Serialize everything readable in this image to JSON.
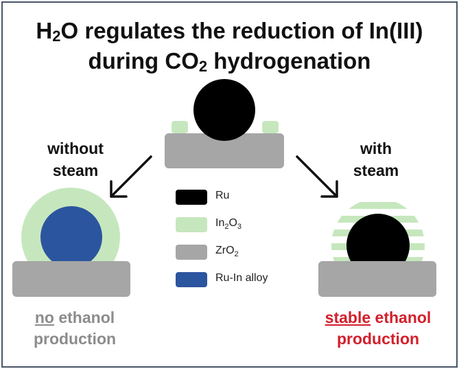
{
  "title": {
    "line1_pre": "H",
    "line1_sub": "2",
    "line1_post": "O regulates the reduction of In(III)",
    "line2_pre": "during CO",
    "line2_sub": "2",
    "line2_post": " hydrogenation"
  },
  "left_branch": {
    "line1": "without",
    "line2": "steam"
  },
  "right_branch": {
    "line1": "with",
    "line2": "steam"
  },
  "legend": {
    "ru": "Ru",
    "in2o3_a": "In",
    "in2o3_b": "2",
    "in2o3_c": "O",
    "in2o3_d": "3",
    "zro2_a": "ZrO",
    "zro2_b": "2",
    "ru_in": "Ru-In alloy"
  },
  "outcome_left": {
    "emph": "no",
    "rest": " ethanol",
    "line2": "production"
  },
  "outcome_right": {
    "emph": "stable",
    "rest": " ethanol",
    "line2": "production"
  },
  "colors": {
    "ru": "#000000",
    "in2o3": "#c6e7bd",
    "zro2": "#a6a6a6",
    "ru_in": "#2c559f",
    "outcome_left": "#8c8c8c",
    "outcome_right": "#d21f2b"
  }
}
